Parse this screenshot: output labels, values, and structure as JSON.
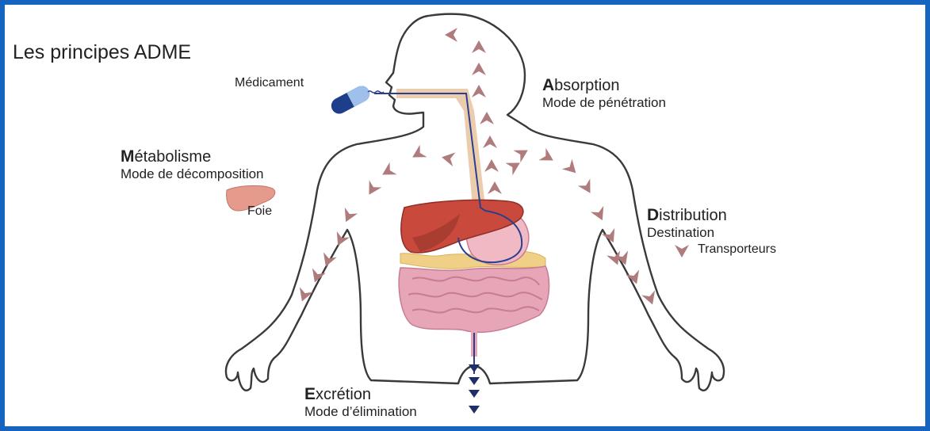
{
  "title": "Les principes ADME",
  "drug": {
    "label": "Médicament"
  },
  "absorption": {
    "initial": "A",
    "rest": "bsorption",
    "subtitle": "Mode de pénétration"
  },
  "metabolism": {
    "initial": "M",
    "rest": "étabolisme",
    "subtitle": "Mode de décomposition",
    "organ_label": "Foie"
  },
  "distribution": {
    "initial": "D",
    "rest": "istribution",
    "subtitle": "Destination",
    "legend_label": "Transporteurs"
  },
  "excretion": {
    "initial": "E",
    "rest": "xcrétion",
    "subtitle": "Mode d’élimination"
  },
  "colors": {
    "frame": "#1565c0",
    "arrow": "#b07b7d",
    "liver": "#c94a3c",
    "liver_dark": "#a13a30",
    "intestine": "#e6a6b8",
    "stomach": "#f0b9c4",
    "pathway": "#2b3f8c",
    "esophagus": "#e9c8a4",
    "capsule_dark": "#1d3e8a",
    "capsule_light": "#9fc0ea"
  }
}
